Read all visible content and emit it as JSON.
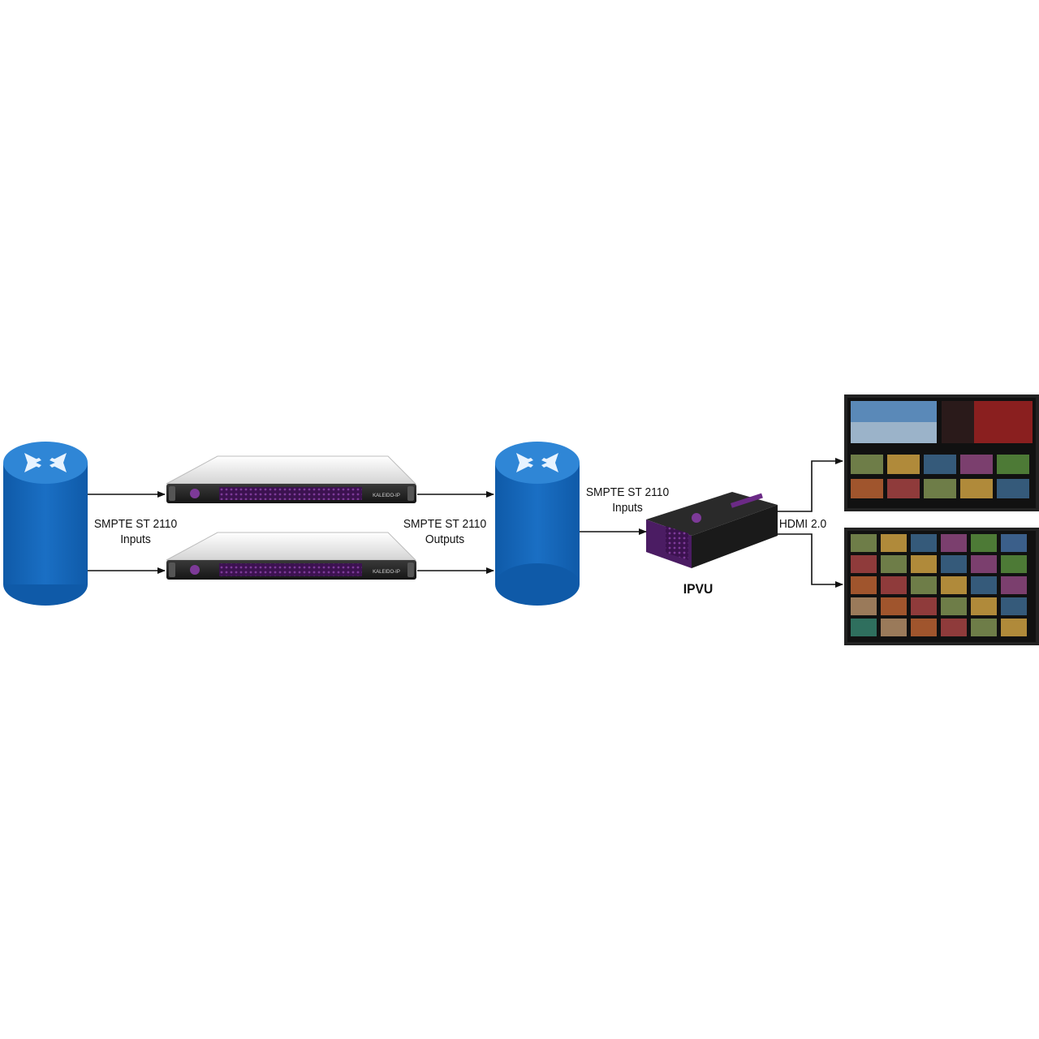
{
  "labels": {
    "router_inputs_line1": "SMPTE ST 2110",
    "router_inputs_line2": "Inputs",
    "mv_outputs_line1": "SMPTE ST 2110",
    "mv_outputs_line2": "Outputs",
    "ipvu_inputs_line1": "SMPTE ST 2110",
    "ipvu_inputs_line2": "Inputs",
    "hdmi": "HDMI 2.0",
    "ipvu": "IPVU"
  },
  "devices": {
    "multiviewer_badge": "KALEIDO-IP"
  },
  "colors": {
    "router_blue": "#1565b8",
    "router_top": "#2f86d6",
    "accent_purple": "#6b2a86",
    "arrow": "#111111"
  }
}
